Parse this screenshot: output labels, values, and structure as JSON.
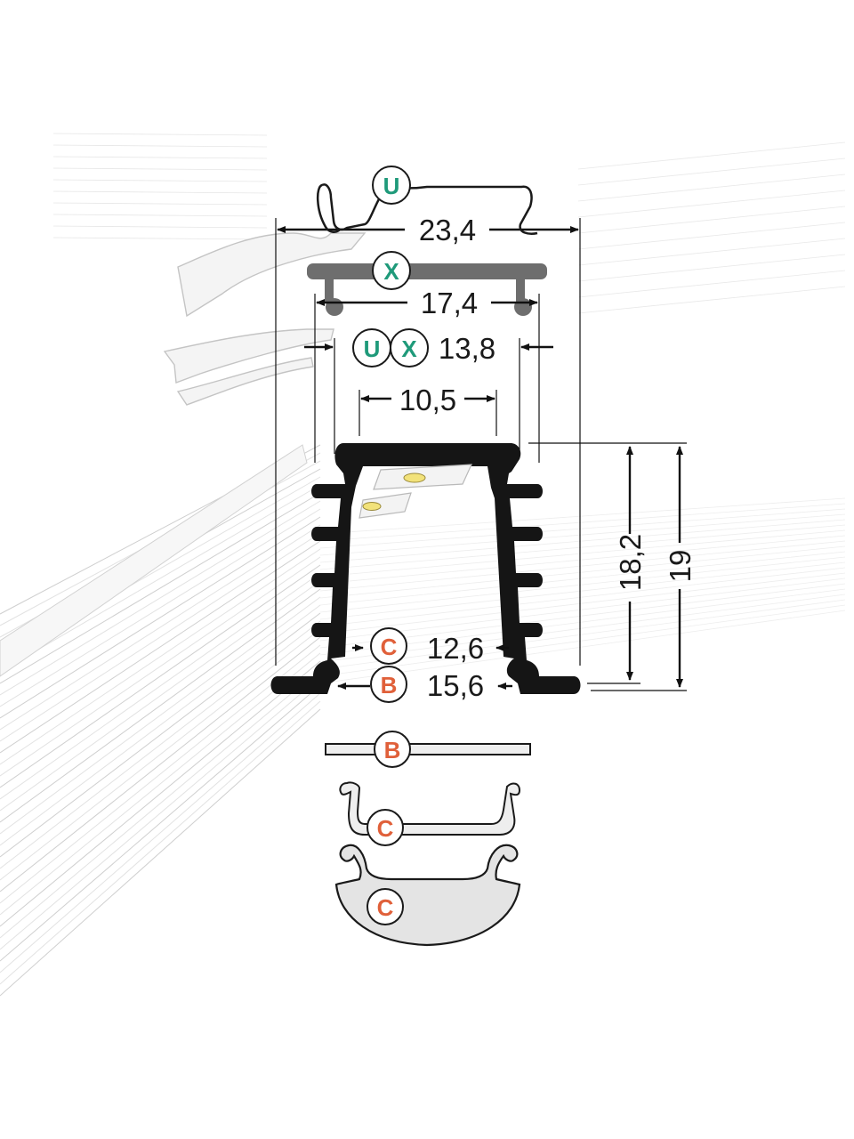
{
  "colors": {
    "profile": "#151515",
    "badge_green": "#1f9a7a",
    "badge_orange": "#e0603a",
    "cover_grey": "#6e6e6e",
    "ghost_line": "#c9c9c9",
    "led_yellow": "#f2e27a"
  },
  "dimensions": {
    "width_u": "23,4",
    "width_x": "17,4",
    "width_ux": "13,8",
    "width_inner": "10,5",
    "width_c": "12,6",
    "width_b": "15,6",
    "height_profile": "18,2",
    "height_total": "19"
  },
  "badges": {
    "u": "U",
    "x": "X",
    "b": "B",
    "c": "C"
  },
  "accessories": [
    {
      "name": "cover-b",
      "letter": "B"
    },
    {
      "name": "cover-c-flat",
      "letter": "C"
    },
    {
      "name": "cover-c-round",
      "letter": "C"
    }
  ]
}
